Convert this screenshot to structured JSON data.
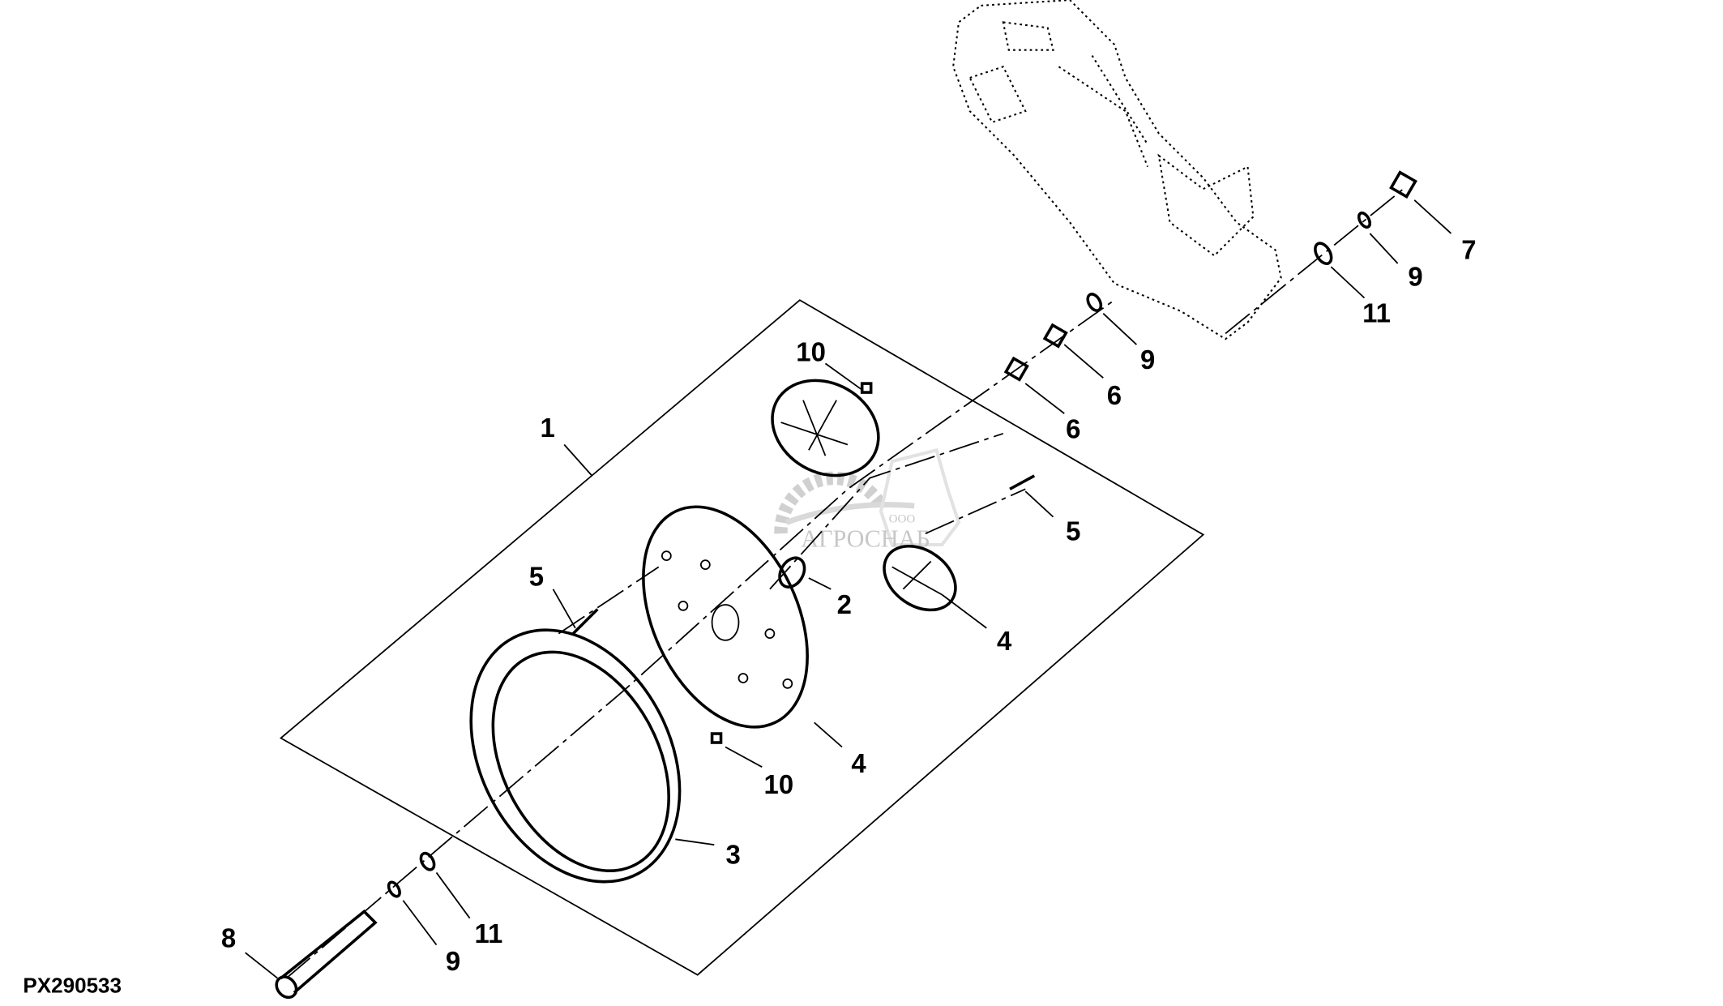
{
  "diagram": {
    "figure_id": "PX290533",
    "watermark": {
      "prefix": "ООО",
      "name": "АГРОСНАБ"
    },
    "callouts": [
      "1",
      "2",
      "3",
      "4",
      "4",
      "5",
      "5",
      "6",
      "6",
      "7",
      "8",
      "9",
      "9",
      "9",
      "10",
      "10",
      "11",
      "11"
    ]
  }
}
